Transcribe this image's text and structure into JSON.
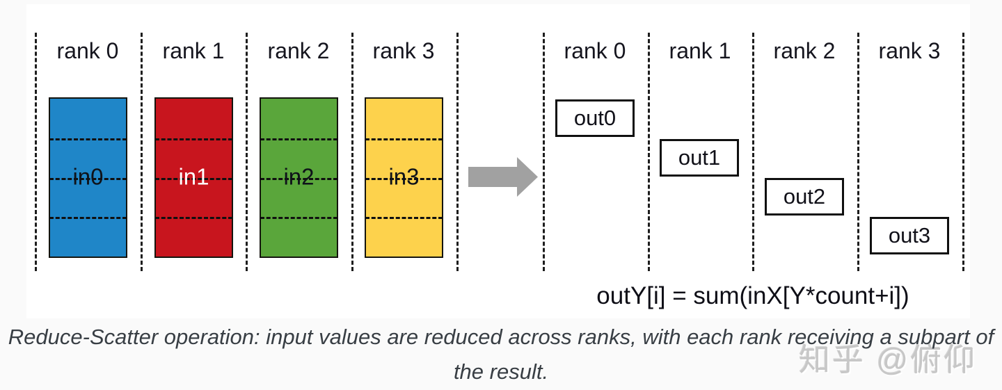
{
  "figure": {
    "inputs": {
      "ranks": [
        "rank 0",
        "rank 1",
        "rank 2",
        "rank 3"
      ],
      "boxes": [
        {
          "label": "in0",
          "color": "#1f86c8",
          "text_color": "#0f131a"
        },
        {
          "label": "in1",
          "color": "#c8151e",
          "text_color": "#ffffff"
        },
        {
          "label": "in2",
          "color": "#5aa63b",
          "text_color": "#0f131a"
        },
        {
          "label": "in3",
          "color": "#fdd24c",
          "text_color": "#0f131a"
        }
      ]
    },
    "outputs": {
      "ranks": [
        "rank 0",
        "rank 1",
        "rank 2",
        "rank 3"
      ],
      "boxes": [
        {
          "label": "out0"
        },
        {
          "label": "out1"
        },
        {
          "label": "out2"
        },
        {
          "label": "out3"
        }
      ]
    },
    "arrow_icon": "right-block-arrow",
    "arrow_color": "#a1a1a1",
    "formula": "outY[i] = sum(inX[Y*count+i])"
  },
  "caption": {
    "line1": "Reduce-Scatter operation: input values are reduced across ranks, with each rank receiving a subpart of",
    "line2": "the result."
  },
  "watermark": "知乎 @俯仰"
}
